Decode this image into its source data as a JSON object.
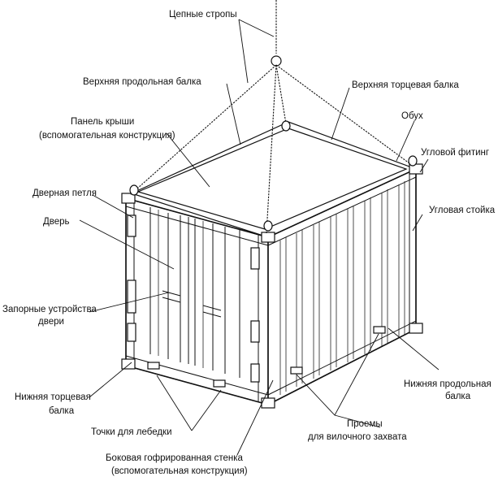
{
  "labels": {
    "chain_slings": "Цепные стропы",
    "top_side_rail": "Верхняя продольная балка",
    "top_end_rail": "Верхняя торцевая балка",
    "roof_panel_1": "Панель крыши",
    "roof_panel_2": "(вспомогательная конструкция)",
    "shackle": "Обух",
    "corner_fitting": "Угловой фитинг",
    "door_hinge": "Дверная петля",
    "corner_post": "Угловая стойка",
    "door": "Дверь",
    "door_locks_1": "Запорные устройства",
    "door_locks_2": "двери",
    "bottom_end_rail_1": "Нижняя торцевая",
    "bottom_end_rail_2": "балка",
    "bottom_side_rail_1": "Нижняя продольная",
    "bottom_side_rail_2": "балка",
    "winch_points": "Точки для лебедки",
    "forklift_pockets_1": "Проемы",
    "forklift_pockets_2": "для вилочного захвата",
    "side_wall_1": "Боковая гофрированная стенка",
    "side_wall_2": "(вспомогательная конструкция)"
  }
}
